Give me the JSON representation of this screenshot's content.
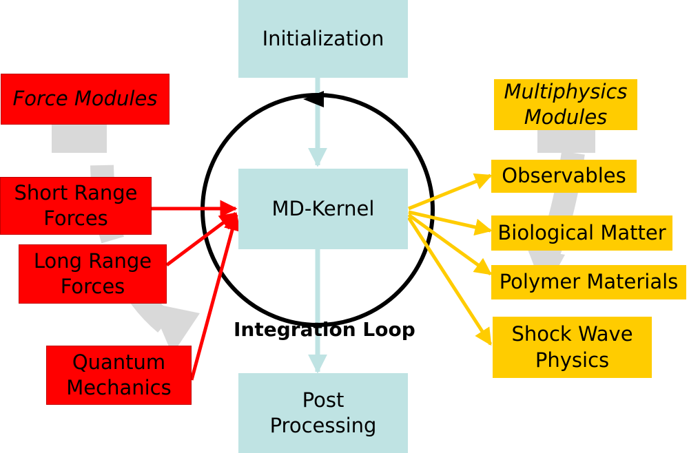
{
  "flow": {
    "init": "Initialization",
    "kernel": "MD-Kernel",
    "post_line1": "Post",
    "post_line2": "Processing",
    "loop_label": "Integration Loop"
  },
  "force_modules": {
    "title": "Force Modules",
    "items": [
      {
        "line1": "Short Range",
        "line2": "Forces"
      },
      {
        "line1": "Long Range",
        "line2": "Forces"
      },
      {
        "line1": "Quantum",
        "line2": "Mechanics"
      }
    ]
  },
  "multiphysics_modules": {
    "title_line1": "Multiphysics",
    "title_line2": "Modules",
    "items": [
      {
        "line1": "Observables"
      },
      {
        "line1": "Biological Matter"
      },
      {
        "line1": "Polymer Materials"
      },
      {
        "line1": "Shock Wave",
        "line2": "Physics"
      }
    ]
  },
  "colors": {
    "flow_box": "#bfe3e3",
    "force_box": "#ff0000",
    "force_arrow": "#ff0000",
    "multiphysics_box": "#ffcc00",
    "multiphysics_arrow": "#ffcc00",
    "loop": "#000000",
    "backdrop_arrow": "#d9d9d9"
  }
}
